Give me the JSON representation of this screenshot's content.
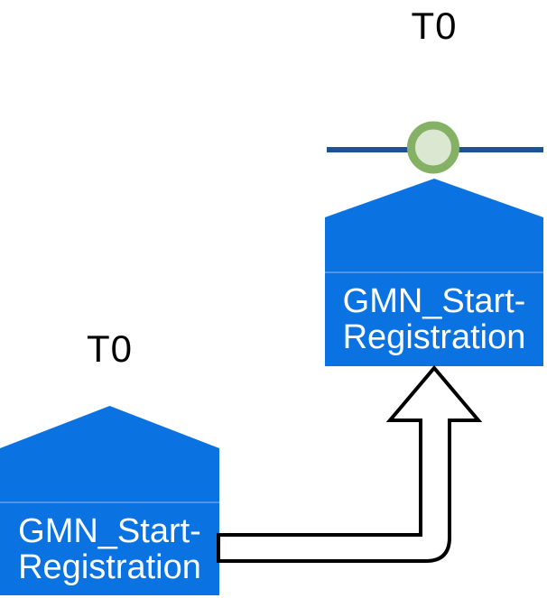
{
  "colors": {
    "node_fill": "#0B72E2",
    "node_divider": "#4D94EB",
    "timeline": "#1B5496",
    "event_ring": "#85B164",
    "event_fill": "#DCE7D2",
    "arrow_fill": "#FFFFFF",
    "arrow_outline": "#000000",
    "node_text": "#FFFFFF",
    "time_text": "#000000"
  },
  "nodes": {
    "source": {
      "time_label": "T0",
      "label": "GMN_Start-Registration",
      "label_lines": [
        "GMN_Start-",
        "Registration"
      ]
    },
    "target": {
      "time_label": "T0",
      "label": "GMN_Start-Registration",
      "label_lines": [
        "GMN_Start-",
        "Registration"
      ]
    }
  }
}
